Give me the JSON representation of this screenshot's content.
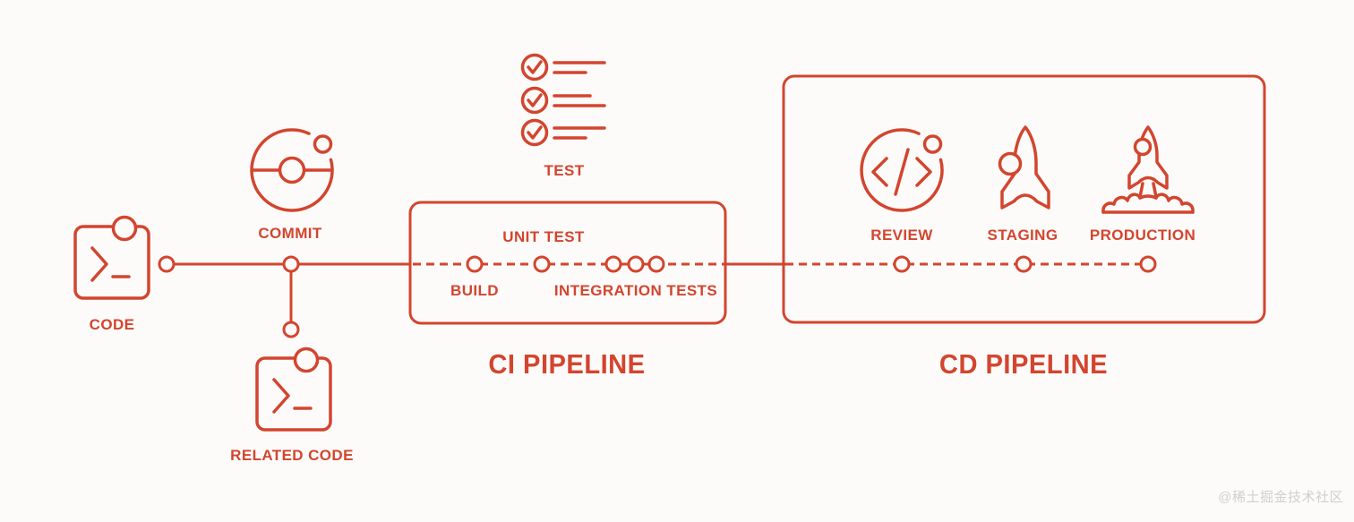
{
  "colors": {
    "accent": "#d3452e",
    "background": "#fcfbfa",
    "watermark": "#cfcfcf"
  },
  "stages": {
    "code": "CODE",
    "commit": "COMMIT",
    "related_code": "RELATED CODE",
    "test": "TEST",
    "build": "BUILD",
    "unit_test": "UNIT TEST",
    "integration_tests": "INTEGRATION TESTS",
    "review": "REVIEW",
    "staging": "STAGING",
    "production": "PRODUCTION"
  },
  "sections": {
    "ci": {
      "title": "CI PIPELINE"
    },
    "cd": {
      "title": "CD PIPELINE"
    }
  },
  "icons": {
    "code": "terminal-icon",
    "related_code": "terminal-icon",
    "commit": "commit-orbit-icon",
    "test": "checklist-icon",
    "review": "code-review-icon",
    "staging": "rocket-icon",
    "production": "rocket-launch-icon"
  },
  "watermark": "@稀土掘金技术社区"
}
